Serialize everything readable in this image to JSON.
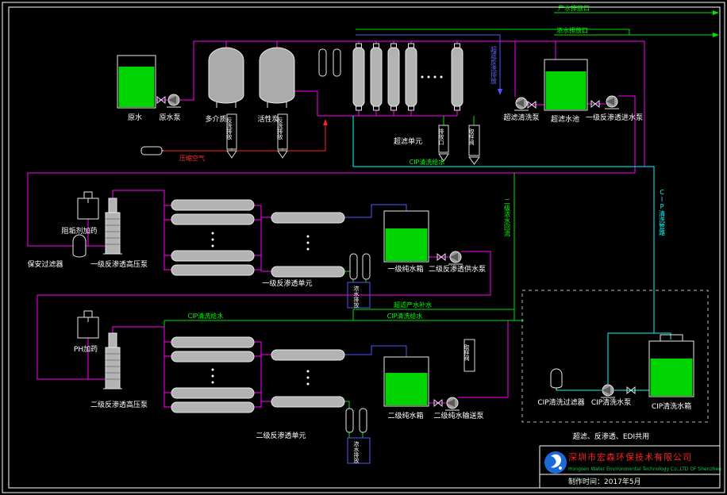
{
  "colors": {
    "background": "#000000",
    "border": "#ffffff",
    "process_line": "#ff00ff",
    "product_line": "#00e000",
    "backwash_line": "#5555ff",
    "air_line": "#ff2222",
    "cip_line": "#00ffff",
    "equipment_fill": "#b3b3b3",
    "water_fill": "#00d400",
    "logo_blue": "#1a6ad8",
    "company_red": "#ff2222"
  },
  "labels": {
    "raw_water_tank": "原水",
    "raw_water_pump": "原水泵",
    "multimedia_filter": "多介质",
    "activated_carbon_filter": "活性炭",
    "uf_unit": "超滤单元",
    "uf_cleaning_pump": "超滤清洗泵",
    "uf_water_tank": "超滤水池",
    "ro1_feed_pump": "一级反渗透进水泵",
    "antiscalant_dosing": "阻垢剂加药",
    "security_filter": "保安过滤器",
    "ro1_hp_pump": "一级反渗透高压泵",
    "ro1_unit": "一级反渗透单元",
    "pure_water_tank_1": "一级纯水箱",
    "ro2_supply_pump": "二级反渗透供水泵",
    "ph_dosing": "PH加药",
    "ro2_hp_pump": "二级反渗透高压泵",
    "ro2_unit": "二级反渗透单元",
    "pure_water_tank_2": "二级纯水箱",
    "pure_water_transfer_pump": "二级纯水输送泵",
    "cip_filter": "CIP清洗过滤器",
    "cip_pump": "CIP清洗水泵",
    "cip_tank": "CIP清洗水箱",
    "cip_note": "超滤、反渗透、EDI共用"
  },
  "pipe_labels": {
    "product_discharge": "产水排放口",
    "concentrate_discharge": "浓水排放口",
    "compressed_air": "压缩空气",
    "cip_feed_top": "CIP清洗给水",
    "cip_pipeline": "CIP清洗管路",
    "uf_backwash_drain": "超滤反洗排放",
    "ro2_concentrate_return": "二级浓水回流",
    "uf_product_makeup": "超滤产水补水",
    "cip_feed_left": "CIP清洗给水",
    "cip_feed_mid": "CIP清洗给水",
    "filter_backwash_drain_1": "反洗排放",
    "filter_backwash_drain_2": "反洗排放",
    "uf_drain": "排放口",
    "uf_sample": "取样阀",
    "ro1_concentrate_drain": "浓水排放",
    "ro2_concentrate_drain": "浓水排放",
    "ro2_sample": "取样阀"
  },
  "title_block": {
    "company_cn": "深圳市宏森环保技术有限公司",
    "company_en": "Hongsen Water Environmental Technology Co.,LTD OF Shenzhen",
    "made_date": "制作时间：2017年5月"
  }
}
